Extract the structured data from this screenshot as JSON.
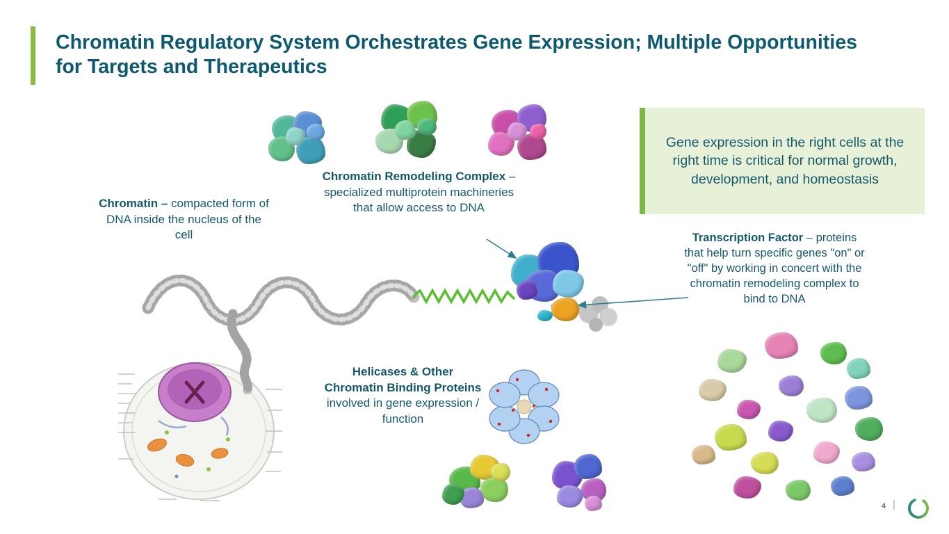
{
  "colors": {
    "title_teal": "#0d5a70",
    "accent_green": "#86bc42",
    "callout_bg": "#e7f1d7",
    "callout_border": "#7ab648",
    "body_text": "#15586c",
    "arrow": "#2e7d8e"
  },
  "title": "Chromatin Regulatory System Orchestrates Gene Expression; Multiple Opportunities for Targets and Therapeutics",
  "callout": "Gene expression in the right cells at the right time is critical for normal growth, development, and homeostasis",
  "annotations": {
    "chromatin": {
      "term": "Chromatin –",
      "definition": " compacted form of DNA inside the nucleus of the cell"
    },
    "remodeling": {
      "term": "Chromatin Remodeling Complex",
      "definition": " – specialized multiprotein machineries that allow access to DNA"
    },
    "transcription_factor": {
      "term": "Transcription Factor",
      "definition": " – proteins that help turn specific genes \"on\" or \"off\" by working in concert with the chromatin remodeling complex to bind to DNA"
    },
    "helicases": {
      "term": "Helicases & Other Chromatin Binding Proteins",
      "definition": " involved in gene expression / function"
    }
  },
  "footer": {
    "page_number": "4",
    "separator": "|"
  }
}
